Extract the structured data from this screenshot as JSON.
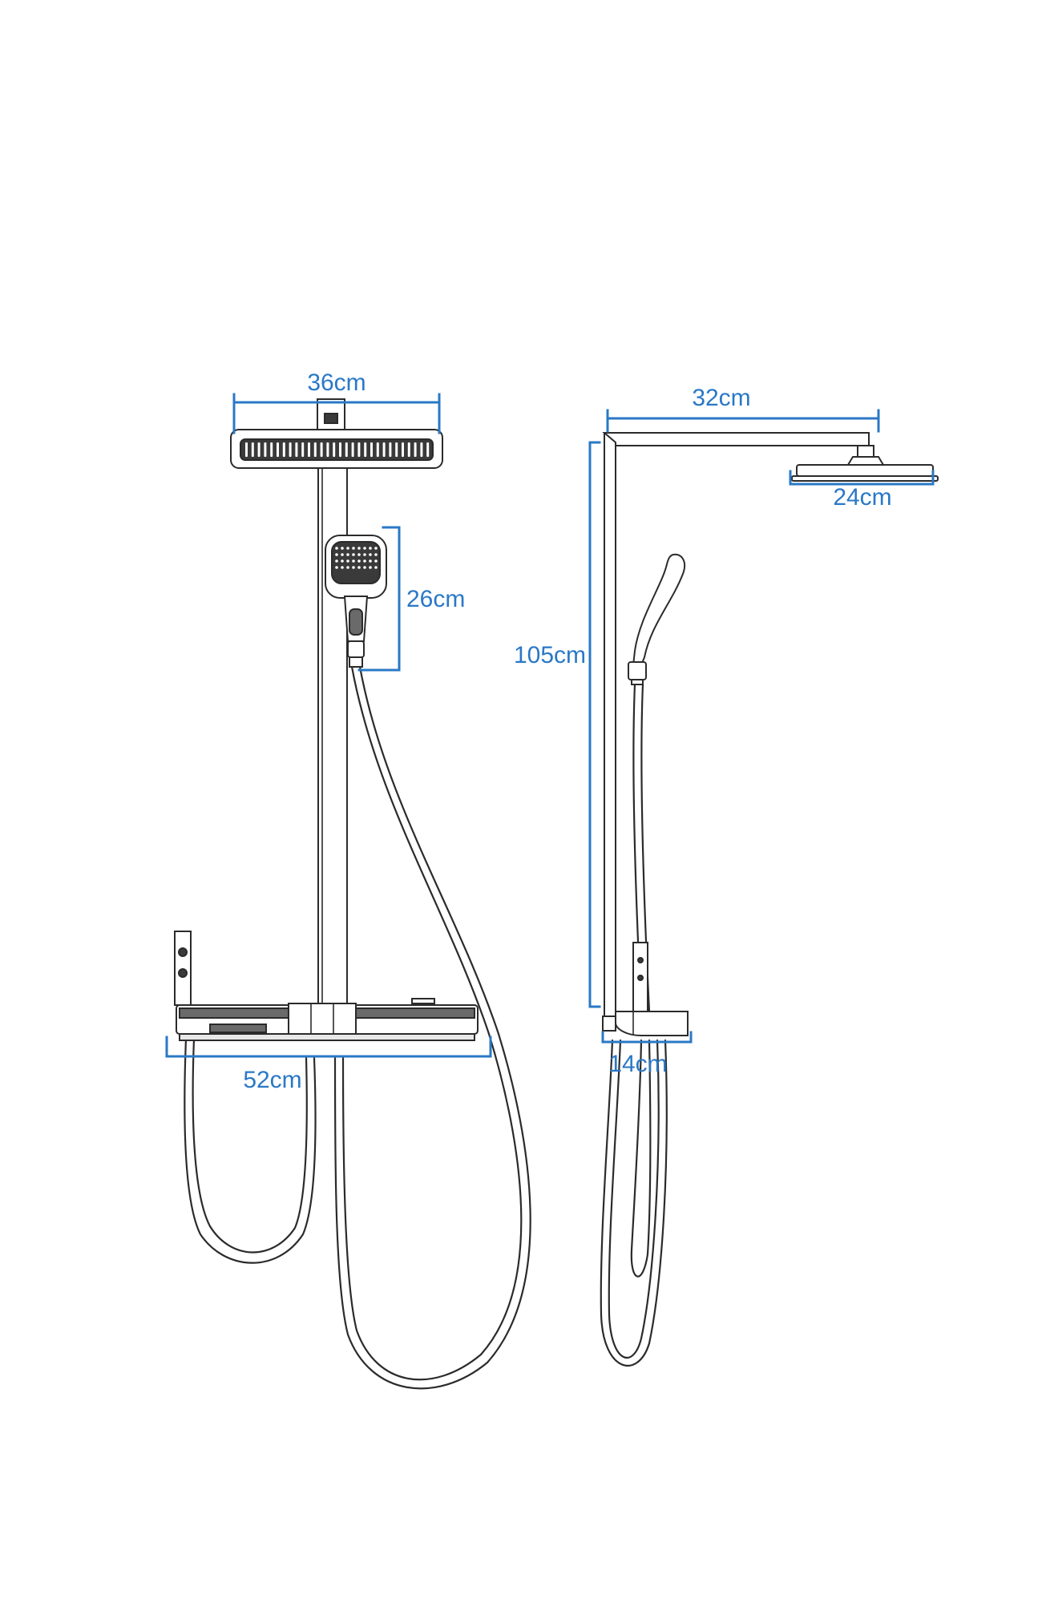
{
  "colors": {
    "dimension_line": "#2a78c6",
    "outline": "#2b2b2b",
    "background": "#ffffff"
  },
  "front_view": {
    "rain_shower_width": "36cm",
    "hand_shower_height": "26cm",
    "shelf_width": "52cm"
  },
  "side_view": {
    "arm_length": "32cm",
    "head_diameter": "24cm",
    "column_height": "105cm",
    "shelf_depth": "14cm"
  }
}
